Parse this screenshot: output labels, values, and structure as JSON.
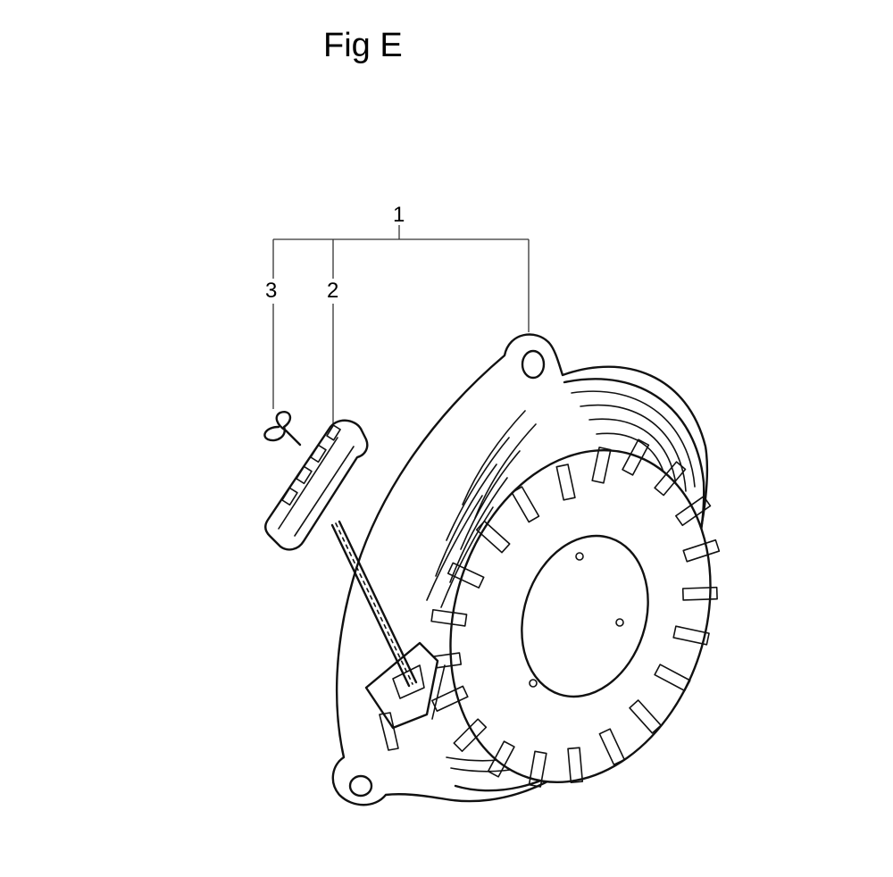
{
  "figure": {
    "title": "Fig E",
    "callouts": [
      {
        "id": "1",
        "label": "1"
      },
      {
        "id": "2",
        "label": "2"
      },
      {
        "id": "3",
        "label": "3"
      }
    ]
  },
  "colors": {
    "ink": "#111111",
    "background": "#ffffff"
  }
}
